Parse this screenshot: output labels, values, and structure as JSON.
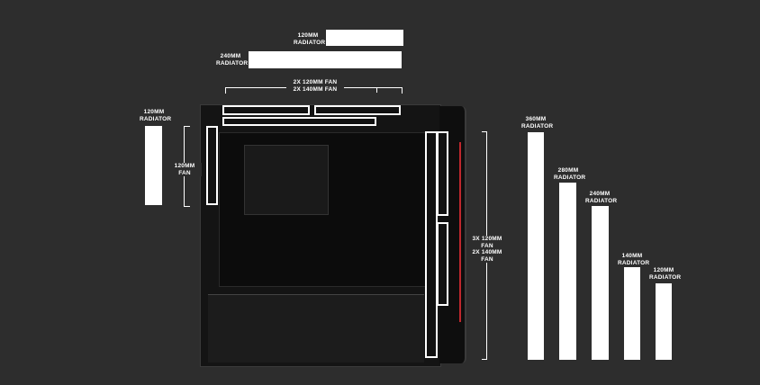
{
  "top": {
    "radiator_120": "120MM\nRADIATOR",
    "radiator_240": "240MM\nRADIATOR",
    "fans": "2X 120MM FAN\n2X 140MM FAN"
  },
  "rear": {
    "radiator_120": "120MM\nRADIATOR",
    "fan": "120MM FAN"
  },
  "front": {
    "fans": "3X 120MM FAN\n2X 140MM FAN"
  },
  "front_radiators": [
    {
      "label": "360MM\nRADIATOR"
    },
    {
      "label": "280MM\nRADIATOR"
    },
    {
      "label": "240MM\nRADIATOR"
    },
    {
      "label": "140MM\nRADIATOR"
    },
    {
      "label": "120MM\nRADIATOR"
    }
  ],
  "colors": {
    "background": "#2d2d2d",
    "accent": "#c0272d",
    "marker": "#ffffff"
  }
}
